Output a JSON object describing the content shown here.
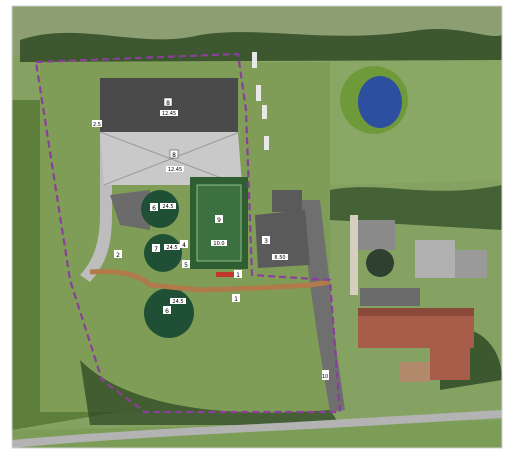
{
  "map": {
    "colors": {
      "field_light": "#8fa86a",
      "field_mid": "#7a9a55",
      "field_dark": "#4f6e34",
      "trees": "#2d4a22",
      "building_dark": "#4a4a4a",
      "building_light": "#c9c9c9",
      "tank": "#1f4f34",
      "water": "#2d4fa0",
      "site_boundary": "#8a3f9a",
      "pipe_path": "#b07a4a",
      "road": "#a9a9a9"
    },
    "labels": {
      "hall_roof_north": "8",
      "hall_roof_north_sub": "12.45",
      "hall_roof_south": "8",
      "hall_roof_south_sub": "12.45",
      "tank_1": "6",
      "tank_1_sub": "24.5",
      "tank_2": "7",
      "tank_2_sub": "24.5",
      "tank_3": "6",
      "tank_3_sub": "24.5",
      "lagoon": "9",
      "lagoon_sub": "10.0",
      "gate_building": "3",
      "gate_building_sub": "8.50",
      "small_1": "2",
      "small_2": "4",
      "small_3": "5",
      "small_4": "1",
      "small_5": "1",
      "side_label": "2.5",
      "road_label": "10"
    }
  }
}
